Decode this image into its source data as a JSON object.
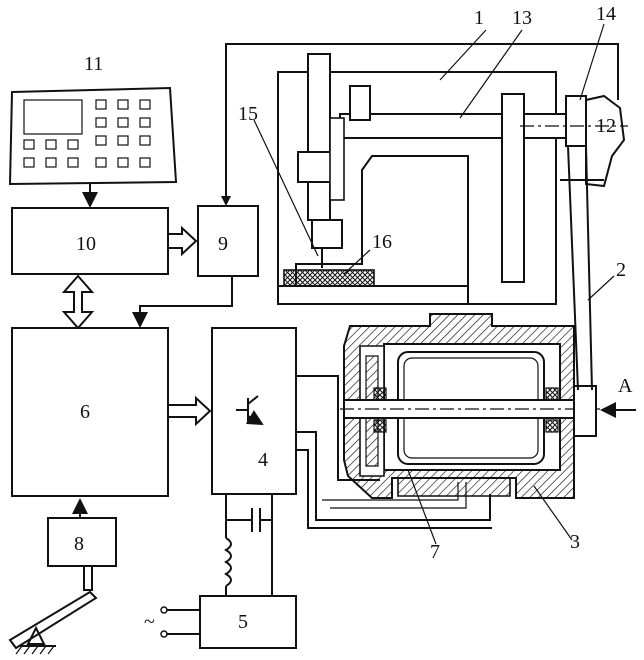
{
  "blocks": {
    "b1": "1",
    "b2": "2",
    "b3": "3",
    "b4": "4",
    "b5": "5",
    "b6": "6",
    "b7": "7",
    "b8": "8",
    "b9": "9",
    "b10": "10",
    "b11": "11",
    "b12": "12",
    "b13": "13",
    "b14": "14",
    "b15": "15",
    "b16": "16"
  },
  "arrow_label": "A",
  "ac_symbol": "~"
}
